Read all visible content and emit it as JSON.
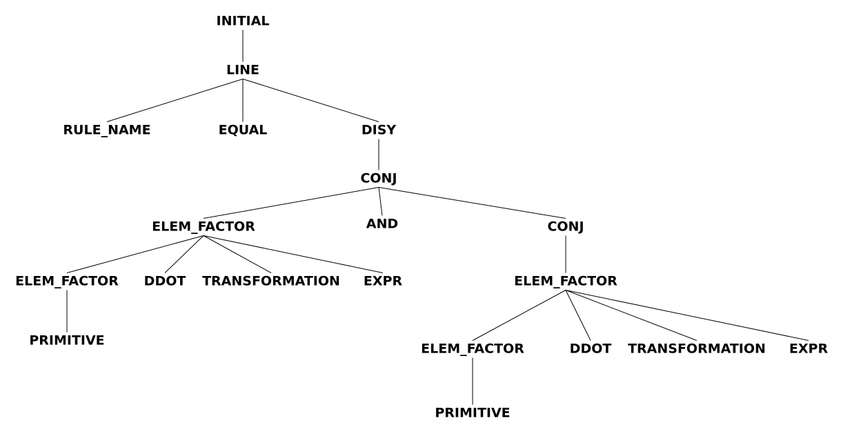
{
  "tree": {
    "nodes": {
      "initial": "INITIAL",
      "line": "LINE",
      "rule_name": "RULE_NAME",
      "equal": "EQUAL",
      "disy": "DISY",
      "conj_1": "CONJ",
      "elem_factor_1": "ELEM_FACTOR",
      "and": "AND",
      "conj_2": "CONJ",
      "elem_factor_2": "ELEM_FACTOR",
      "ddot_1": "DDOT",
      "transformation_1": "TRANSFORMATION",
      "expr_1": "EXPR",
      "primitive_1": "PRIMITIVE",
      "elem_factor_3": "ELEM_FACTOR",
      "elem_factor_4": "ELEM_FACTOR",
      "ddot_2": "DDOT",
      "transformation_2": "TRANSFORMATION",
      "expr_2": "EXPR",
      "primitive_2": "PRIMITIVE"
    },
    "edges": [
      [
        "initial",
        "line"
      ],
      [
        "line",
        "rule_name"
      ],
      [
        "line",
        "equal"
      ],
      [
        "line",
        "disy"
      ],
      [
        "disy",
        "conj_1"
      ],
      [
        "conj_1",
        "elem_factor_1"
      ],
      [
        "conj_1",
        "and"
      ],
      [
        "conj_1",
        "conj_2"
      ],
      [
        "elem_factor_1",
        "elem_factor_2"
      ],
      [
        "elem_factor_1",
        "ddot_1"
      ],
      [
        "elem_factor_1",
        "transformation_1"
      ],
      [
        "elem_factor_1",
        "expr_1"
      ],
      [
        "elem_factor_2",
        "primitive_1"
      ],
      [
        "conj_2",
        "elem_factor_3"
      ],
      [
        "elem_factor_3",
        "elem_factor_4"
      ],
      [
        "elem_factor_3",
        "ddot_2"
      ],
      [
        "elem_factor_3",
        "transformation_2"
      ],
      [
        "elem_factor_3",
        "expr_2"
      ],
      [
        "elem_factor_4",
        "primitive_2"
      ]
    ]
  }
}
